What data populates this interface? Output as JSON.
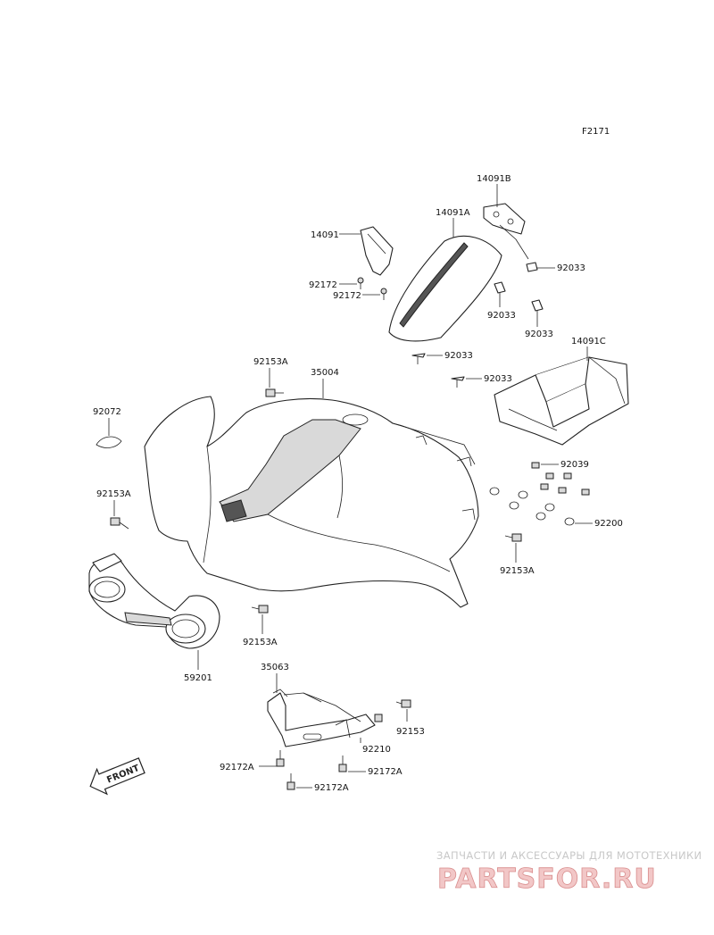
{
  "diagram_code": "F2171",
  "parts": {
    "p14091B": "14091B",
    "p14091A": "14091A",
    "p14091": "14091",
    "p92033_a": "92033",
    "p92172_a": "92172",
    "p92172_b": "92172",
    "p92033_b": "92033",
    "p92033_c": "92033",
    "p14091C": "14091C",
    "p92153A_a": "92153A",
    "p35004": "35004",
    "p92033_d": "92033",
    "p92033_e": "92033",
    "p92072": "92072",
    "p92039": "92039",
    "p92153A_b": "92153A",
    "p92200": "92200",
    "p92153A_c": "92153A",
    "p92153A_d": "92153A",
    "p59201": "59201",
    "p35063": "35063",
    "p92153": "92153",
    "p92210": "92210",
    "p92172A_a": "92172A",
    "p92172A_b": "92172A",
    "p92172A_c": "92172A"
  },
  "front_label": "FRONT",
  "watermark": {
    "tagline": "ЗАПЧАСТИ И АКСЕССУАРЫ ДЛЯ МОТОТЕХНИКИ",
    "logo": "PARTSFOR.RU"
  }
}
